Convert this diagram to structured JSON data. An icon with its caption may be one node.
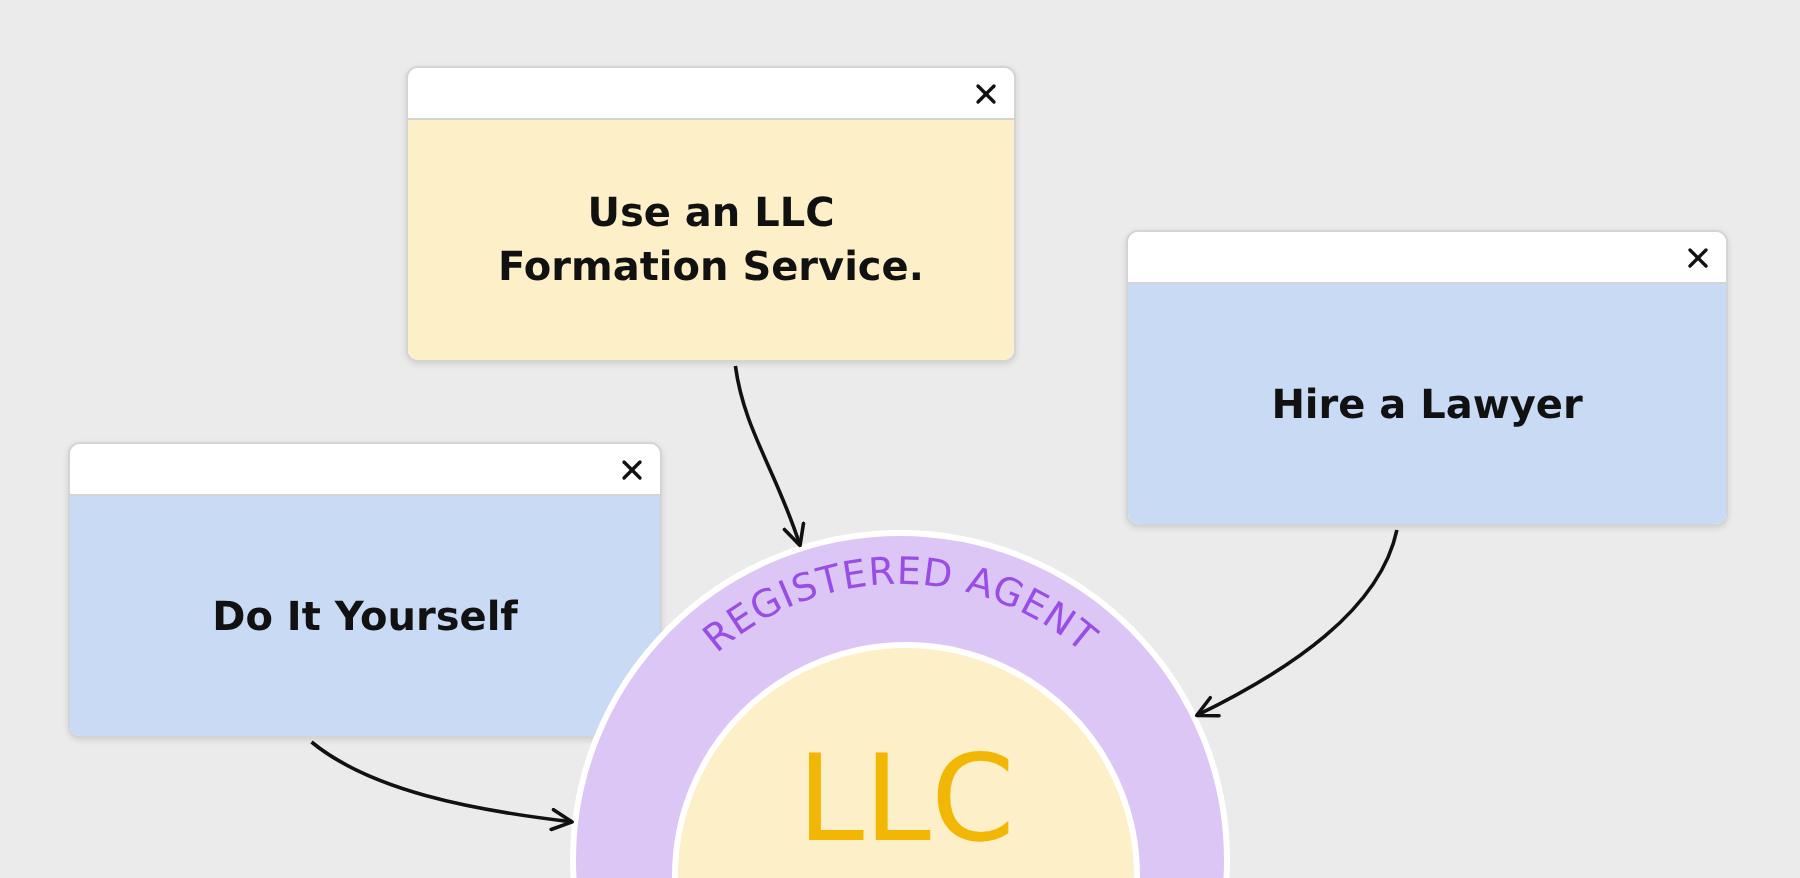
{
  "diagram": {
    "nodes": [
      {
        "text": [
          "Use an LLC Formation Service."
        ]
      },
      {
        "text": [
          "Hire a Lawyer"
        ]
      },
      {
        "text": [
          "Do It Yourself"
        ]
      },
      {
        "text": [
          "REGISTERED AGENT"
        ]
      },
      {
        "text": [
          "LLC"
        ],
        "in": 3
      }
    ],
    "edges": [
      {
        "from": 0,
        "to": 3,
        "arrow": "to"
      },
      {
        "from": 1,
        "to": 3,
        "arrow": "to"
      },
      {
        "from": 2,
        "to": 3,
        "arrow": "to"
      }
    ]
  }
}
